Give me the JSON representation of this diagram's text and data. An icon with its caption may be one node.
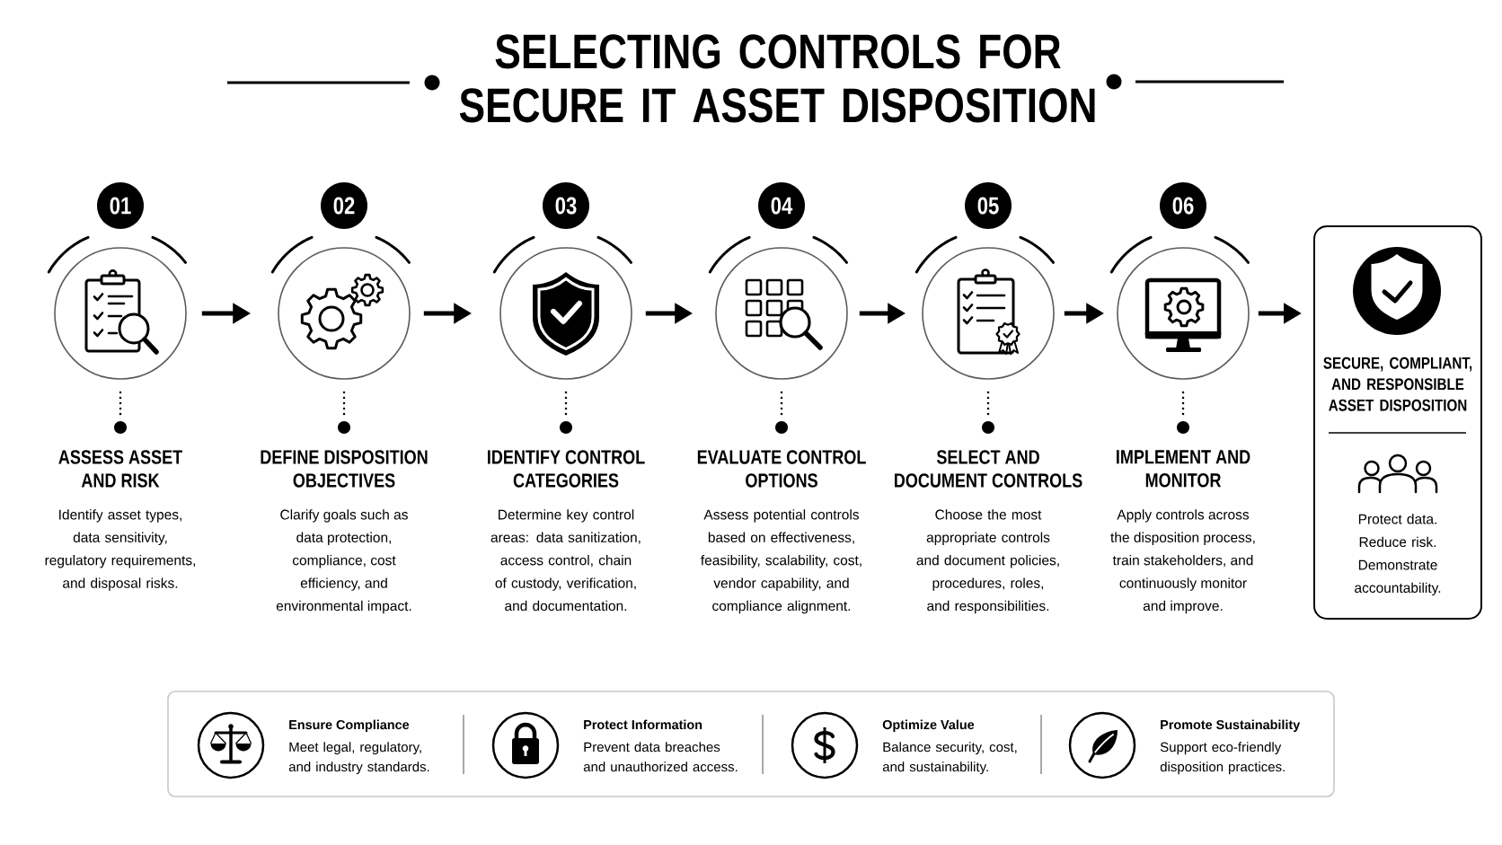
{
  "diagram": {
    "title": "SELECTING CONTROLS FOR SECURE IT ASSET DISPOSITION",
    "nodes": [
      {
        "text": [
          "01"
        ]
      },
      {
        "text": [],
        "shape": "circle",
        "beside": [
          "ASSESS ASSET AND RISK",
          "Identify asset types, data sensitivity, regulatory requirements, and disposal risks."
        ]
      },
      {
        "text": [
          "02"
        ]
      },
      {
        "text": [],
        "shape": "circle",
        "beside": [
          "DEFINE DISPOSITION OBJECTIVES",
          "Clarify goals such as data protection, compliance, cost efficiency, and environmental impact."
        ]
      },
      {
        "text": [
          "03"
        ]
      },
      {
        "text": [],
        "shape": "circle",
        "beside": [
          "IDENTIFY CONTROL CATEGORIES",
          "Determine key control areas: data sanitization, access control, chain of custody, verification, and documentation."
        ]
      },
      {
        "text": [
          "04"
        ]
      },
      {
        "text": [],
        "shape": "circle",
        "beside": [
          "EVALUATE CONTROL OPTIONS",
          "Assess potential controls based on effectiveness, feasibility, scalability, cost, vendor capability, and compliance alignment."
        ]
      },
      {
        "text": [
          "05"
        ]
      },
      {
        "text": [],
        "shape": "circle",
        "beside": [
          "SELECT AND DOCUMENT CONTROLS",
          "Choose the most appropriate controls and document policies, procedures, roles, and responsibilities."
        ]
      },
      {
        "text": [
          "06"
        ]
      },
      {
        "text": [],
        "shape": "circle",
        "beside": [
          "IMPLEMENT AND MONITOR",
          "Apply controls across the disposition process, train stakeholders, and continuously monitor and improve."
        ]
      },
      {
        "text": [
          "SECURE, COMPLIANT, AND RESPONSIBLE ASSET DISPOSITION",
          "Protect data. Reduce risk. Demonstrate accountability."
        ]
      },
      {
        "text": [],
        "shape": "box"
      },
      {
        "text": [],
        "shape": "circle",
        "in": 13,
        "beside": [
          "Ensure Compliance",
          "Meet legal, regulatory, and industry standards."
        ]
      },
      {
        "text": [],
        "shape": "circle",
        "in": 13,
        "beside": [
          "Protect Information",
          "Prevent data breaches and unauthorized access."
        ]
      },
      {
        "text": [],
        "shape": "circle",
        "in": 13,
        "beside": [
          "Optimize Value",
          "Balance security, cost, and sustainability."
        ]
      },
      {
        "text": [],
        "shape": "circle",
        "in": 13,
        "beside": [
          "Promote Sustainability",
          "Support eco-friendly disposition practices."
        ]
      }
    ],
    "edges": [
      {
        "from": 1,
        "to": 3,
        "arrow": "to"
      },
      {
        "from": 3,
        "to": 5,
        "arrow": "to"
      },
      {
        "from": 5,
        "to": 7,
        "arrow": "to"
      },
      {
        "from": 7,
        "to": 9,
        "arrow": "to"
      },
      {
        "from": 9,
        "to": 11,
        "arrow": "to"
      },
      {
        "from": 11,
        "to": 12,
        "arrow": "to"
      }
    ]
  }
}
